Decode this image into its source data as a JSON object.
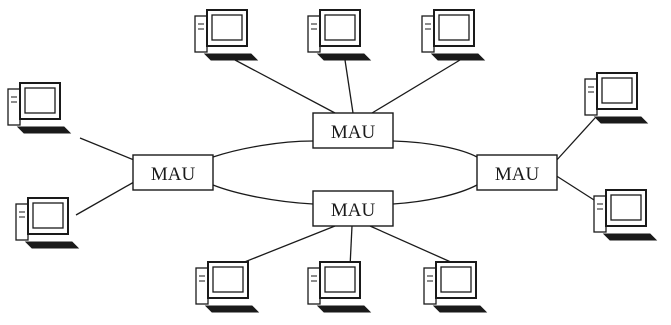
{
  "diagram": {
    "nodes": [
      {
        "id": "mau-top",
        "label": "MAU"
      },
      {
        "id": "mau-left",
        "label": "MAU"
      },
      {
        "id": "mau-right",
        "label": "MAU"
      },
      {
        "id": "mau-bottom",
        "label": "MAU"
      }
    ],
    "computers": [
      {
        "id": "pc-top-1",
        "mau": "mau-top"
      },
      {
        "id": "pc-top-2",
        "mau": "mau-top"
      },
      {
        "id": "pc-top-3",
        "mau": "mau-top"
      },
      {
        "id": "pc-left-1",
        "mau": "mau-left"
      },
      {
        "id": "pc-left-2",
        "mau": "mau-left"
      },
      {
        "id": "pc-right-1",
        "mau": "mau-right"
      },
      {
        "id": "pc-right-2",
        "mau": "mau-right"
      },
      {
        "id": "pc-bottom-1",
        "mau": "mau-bottom"
      },
      {
        "id": "pc-bottom-2",
        "mau": "mau-bottom"
      },
      {
        "id": "pc-bottom-3",
        "mau": "mau-bottom"
      }
    ],
    "colors": {
      "ink": "#1a1a1a",
      "paper": "#ffffff"
    }
  }
}
